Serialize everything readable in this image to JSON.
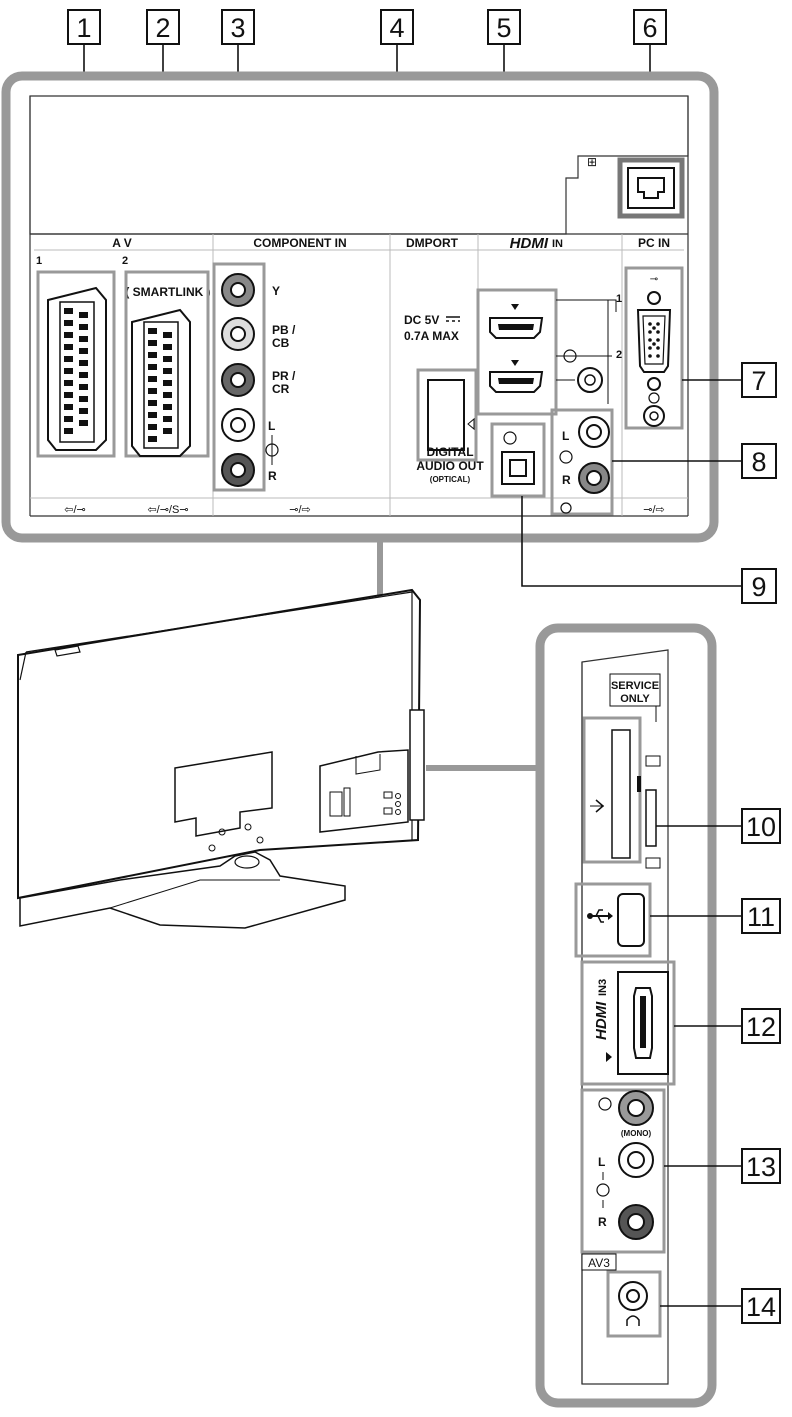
{
  "callouts": [
    "1",
    "2",
    "3",
    "4",
    "5",
    "6",
    "7",
    "8",
    "9",
    "10",
    "11",
    "12",
    "13",
    "14"
  ],
  "rear_panel": {
    "section_av": "A V",
    "av_slot_1": "1",
    "av_slot_2": "2",
    "smartlink": "( SMARTLINK )",
    "section_component": "COMPONENT IN",
    "comp_y": "Y",
    "comp_pb": "PB /",
    "comp_cb": "CB",
    "comp_pr": "PR /",
    "comp_cr": "CR",
    "comp_l": "L",
    "comp_r": "R",
    "section_dmport": "DMPORT",
    "dc_rating": "DC  5V",
    "amp_rating": "0.7A MAX",
    "section_hdmi_logo": "HDMI",
    "section_hdmi_in": "IN",
    "hdmi_port_1": "1",
    "hdmi_port_2": "2",
    "section_pc": "PC IN",
    "digital_audio_1": "DIGITAL",
    "digital_audio_2": "AUDIO OUT",
    "digital_audio_3": "(OPTICAL)",
    "out_l": "L",
    "out_r": "R",
    "av1_footer": "⇦/⊸",
    "av2_footer": "⇦/⊸/S⊸",
    "comp_footer": "⊸/⇨",
    "pc_footer": "⊸/⇨"
  },
  "side_panel": {
    "service_line1": "SERVICE",
    "service_line2": "ONLY",
    "hdmi_logo": "HDMI",
    "hdmi_in3": "IN3",
    "mono": "(MONO)",
    "av3_l": "L",
    "av3_r": "R",
    "av3_label": "AV3"
  }
}
